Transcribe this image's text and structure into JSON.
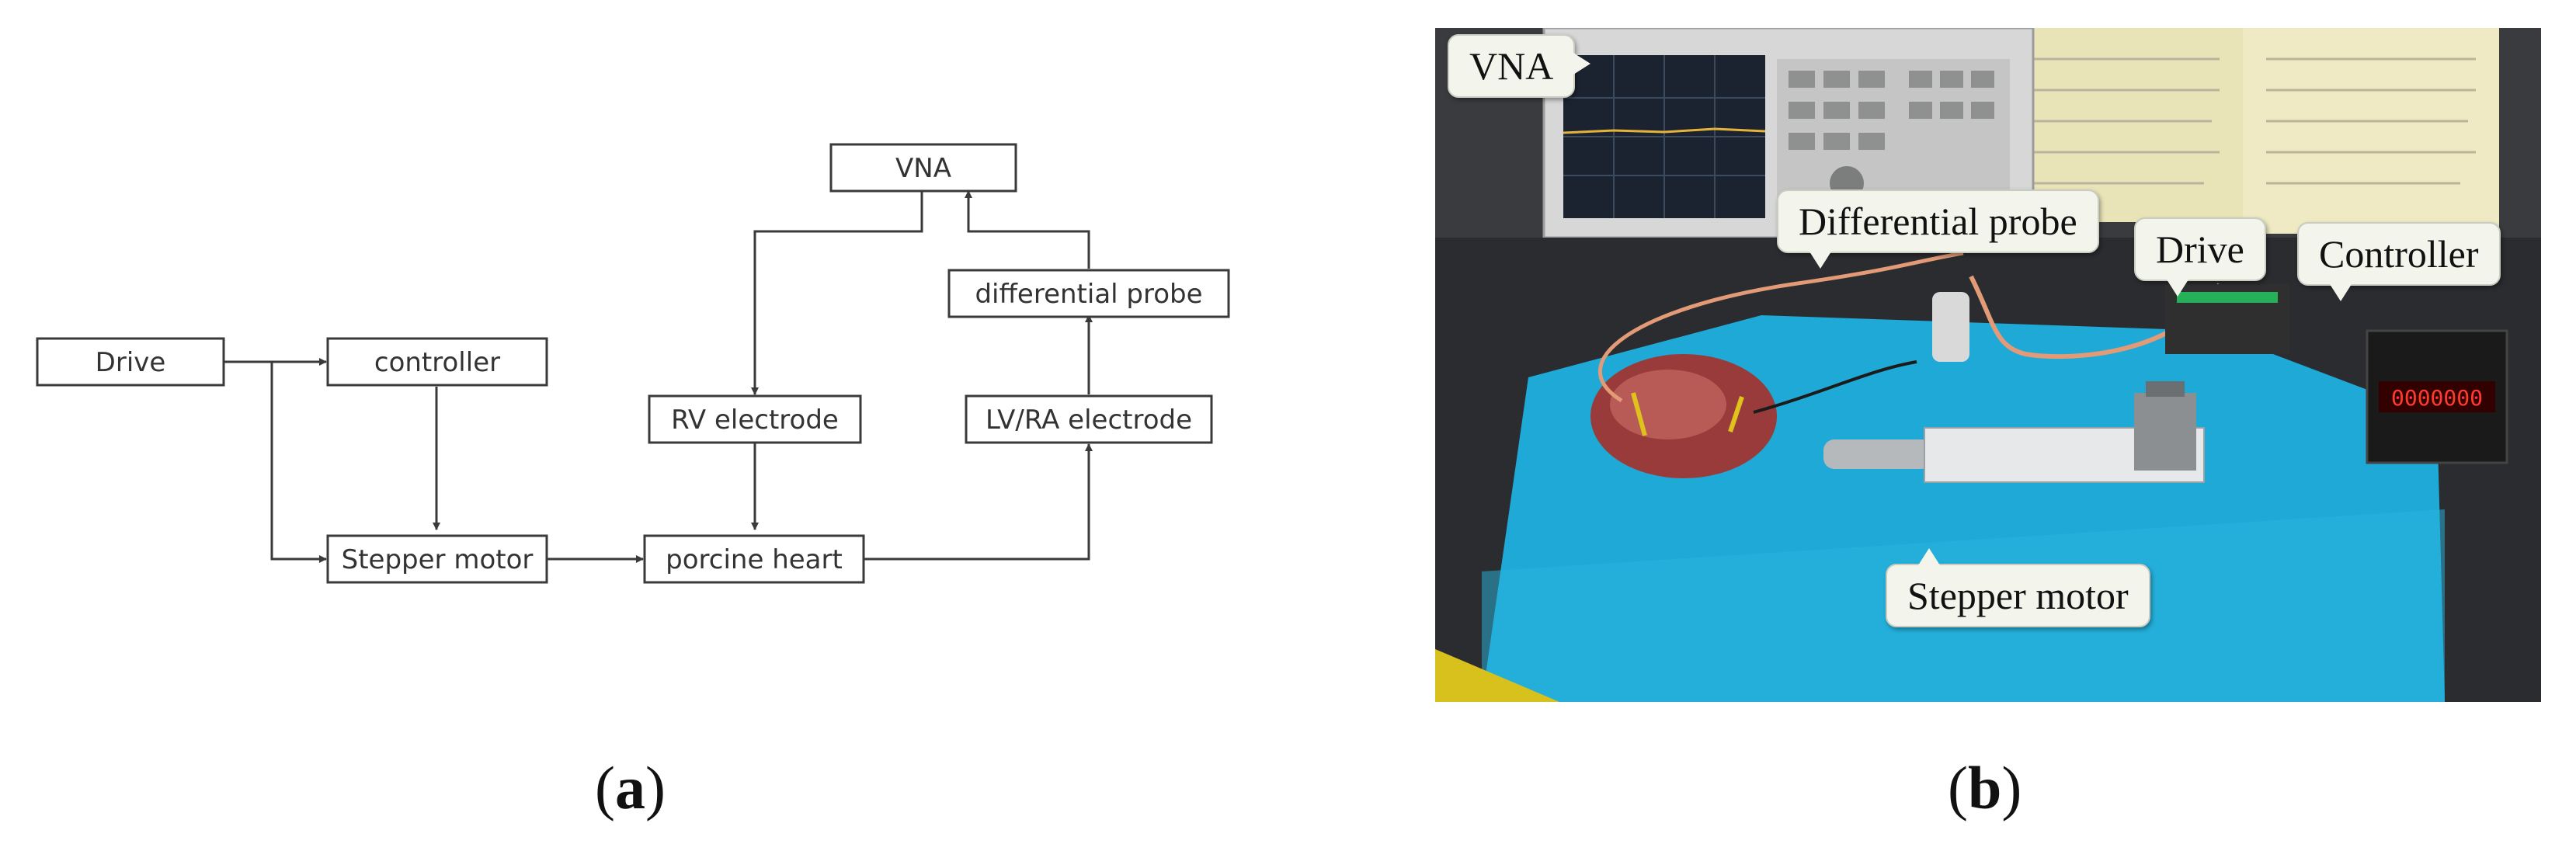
{
  "panel_a": {
    "label": "a",
    "nodes": {
      "drive": "Drive",
      "controller": "controller",
      "stepper_motor": "Stepper motor",
      "porcine_heart": "porcine heart",
      "rv_electrode": "RV electrode",
      "lv_ra_electrode": "LV/RA electrode",
      "differential_probe": "differential probe",
      "vna": "VNA"
    },
    "edges": [
      [
        "Drive",
        "controller"
      ],
      [
        "Drive",
        "Stepper motor"
      ],
      [
        "controller",
        "Stepper motor"
      ],
      [
        "Stepper motor",
        "porcine heart"
      ],
      [
        "VNA",
        "RV electrode"
      ],
      [
        "RV electrode",
        "porcine heart"
      ],
      [
        "porcine heart",
        "LV/RA electrode"
      ],
      [
        "LV/RA electrode",
        "differential probe"
      ],
      [
        "differential probe",
        "VNA"
      ]
    ]
  },
  "panel_b": {
    "label": "b",
    "callouts": {
      "vna": "VNA",
      "differential_probe": "Differential probe",
      "drive": "Drive",
      "controller": "Controller",
      "stepper_motor": "Stepper motor"
    },
    "controller_display": "0000000"
  },
  "colors": {
    "line": "#3a3a3a",
    "mat": "#1fa9d6",
    "bench": "#2b2d31"
  }
}
